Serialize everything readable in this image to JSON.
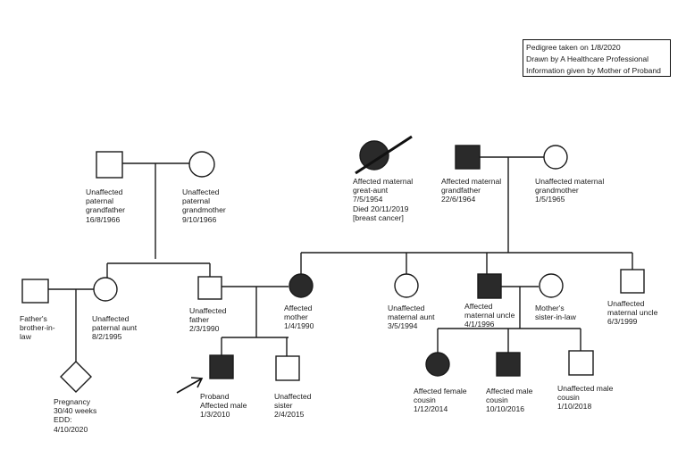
{
  "info": {
    "line1": "Pedigree taken on 1/8/2020",
    "line2": "Drawn by A Healthcare Professional",
    "line3": "Information given by Mother of Proband"
  },
  "members": {
    "pat_grandfather": {
      "label": "Unaffected\npaternal\ngrandfather\n16/8/1966",
      "sex": "male",
      "affected": false
    },
    "pat_grandmother": {
      "label": "Unaffected\npaternal\ngrandmother\n9/10/1966",
      "sex": "female",
      "affected": false
    },
    "mat_great_aunt": {
      "label": "Affected maternal\ngreat-aunt\n7/5/1954\nDied 20/11/2019\n[breast cancer]",
      "sex": "female",
      "affected": true,
      "deceased": true
    },
    "mat_grandfather": {
      "label": "Affected maternal\ngrandfather\n22/6/1964",
      "sex": "male",
      "affected": true
    },
    "mat_grandmother": {
      "label": "Unaffected maternal\ngrandmother\n1/5/1965",
      "sex": "female",
      "affected": false
    },
    "fathers_brother_in_law": {
      "label": "Father's\nbrother-in-\nlaw",
      "sex": "male",
      "affected": false
    },
    "pat_aunt": {
      "label": "Unaffected\npaternal aunt\n8/2/1995",
      "sex": "female",
      "affected": false
    },
    "father": {
      "label": "Unaffected\nfather\n2/3/1990",
      "sex": "male",
      "affected": false
    },
    "mother": {
      "label": "Affected\nmother\n1/4/1990",
      "sex": "female",
      "affected": true
    },
    "mat_aunt": {
      "label": "Unaffected\nmaternal aunt\n3/5/1994",
      "sex": "female",
      "affected": false
    },
    "mat_uncle_affected": {
      "label": "Affected\nmaternal uncle\n4/1/1996",
      "sex": "male",
      "affected": true
    },
    "mothers_sister_in_law": {
      "label": "Mother's\nsister-in-law",
      "sex": "female",
      "affected": false
    },
    "mat_uncle_unaffected": {
      "label": "Unaffected\nmaternal uncle\n6/3/1999",
      "sex": "male",
      "affected": false
    },
    "pregnancy": {
      "label": "Pregnancy\n30/40 weeks\nEDD:\n4/10/2020",
      "sex": "unknown",
      "affected": false
    },
    "proband": {
      "label": "Proband\nAffected male\n1/3/2010",
      "sex": "male",
      "affected": true
    },
    "sister": {
      "label": "Unaffected\nsister\n2/4/2015",
      "sex": "female-as-square",
      "affected": false
    },
    "cousin_female": {
      "label": "Affected female\ncousin\n1/12/2014",
      "sex": "female",
      "affected": true
    },
    "cousin_male_affected": {
      "label": "Affected male\ncousin\n10/10/2016",
      "sex": "male",
      "affected": true
    },
    "cousin_male_unaffected": {
      "label": "Unaffected male\ncousin\n1/10/2018",
      "sex": "male",
      "affected": false
    }
  },
  "colors": {
    "affected_fill": "#2a2a2a",
    "stroke": "#1a1a1a",
    "background": "#ffffff"
  }
}
